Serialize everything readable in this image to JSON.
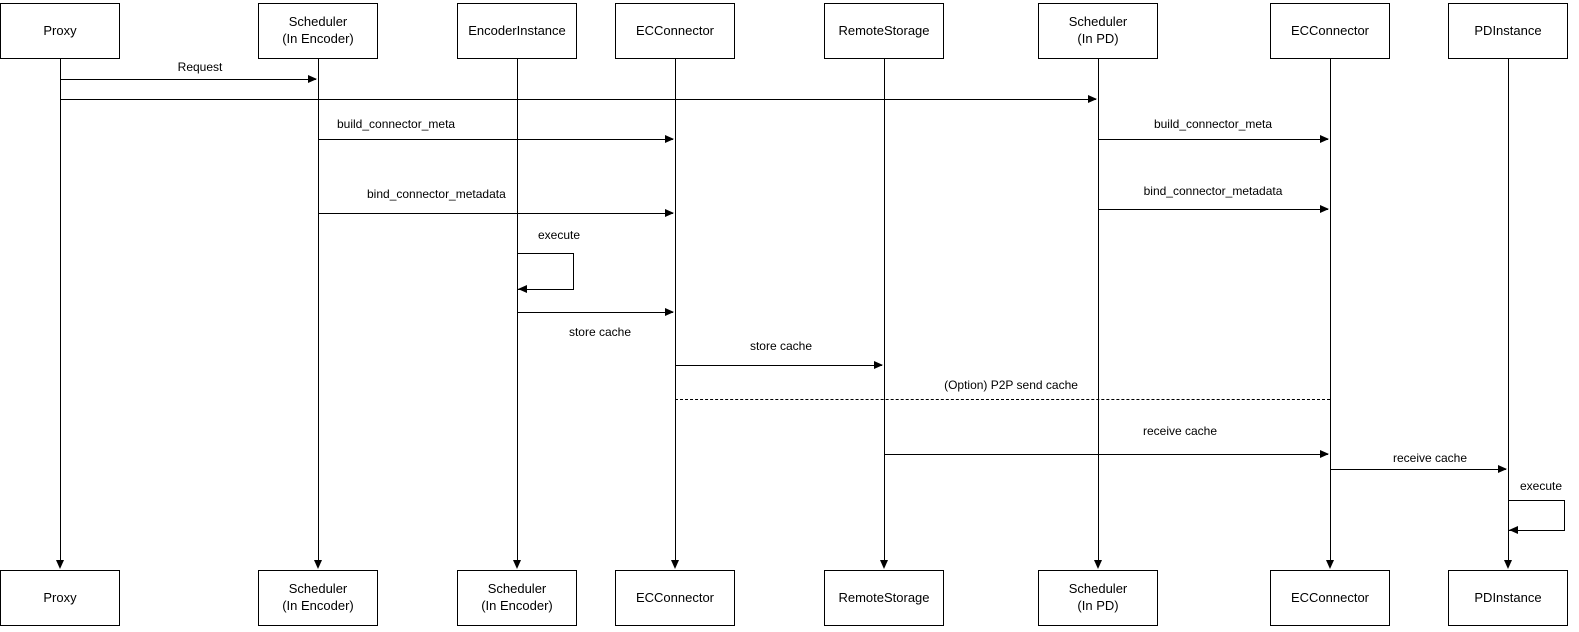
{
  "diagram": {
    "type": "sequence",
    "background": "#ffffff",
    "stroke_color": "#000000",
    "text_color": "#000000",
    "actors": [
      {
        "id": "proxy",
        "top_label": "Proxy",
        "bottom_label": "Proxy"
      },
      {
        "id": "scheduler-encoder",
        "top_label": "Scheduler\n(In Encoder)",
        "bottom_label": "Scheduler\n(In Encoder)"
      },
      {
        "id": "encoder-instance",
        "top_label": "EncoderInstance",
        "bottom_label": "Scheduler\n(In Encoder)"
      },
      {
        "id": "ec-connector-encoder",
        "top_label": "ECConnector",
        "bottom_label": "ECConnector"
      },
      {
        "id": "remote-storage",
        "top_label": "RemoteStorage",
        "bottom_label": "RemoteStorage"
      },
      {
        "id": "scheduler-pd",
        "top_label": "Scheduler\n(In PD)",
        "bottom_label": "Scheduler\n(In PD)"
      },
      {
        "id": "ec-connector-pd",
        "top_label": "ECConnector",
        "bottom_label": "ECConnector"
      },
      {
        "id": "pd-instance",
        "top_label": "PDInstance",
        "bottom_label": "PDInstance"
      }
    ],
    "messages": [
      {
        "label": "Request",
        "from": "proxy",
        "to": "scheduler-encoder",
        "style": "solid"
      },
      {
        "label": "",
        "from": "proxy",
        "to": "scheduler-pd",
        "style": "solid"
      },
      {
        "label": "build_connector_meta",
        "from": "scheduler-encoder",
        "to": "ec-connector-encoder",
        "style": "solid"
      },
      {
        "label": "build_connector_meta",
        "from": "scheduler-pd",
        "to": "ec-connector-pd",
        "style": "solid"
      },
      {
        "label": "bind_connector_metadata",
        "from": "scheduler-encoder",
        "to": "ec-connector-encoder",
        "style": "solid"
      },
      {
        "label": "bind_connector_metadata",
        "from": "scheduler-pd",
        "to": "ec-connector-pd",
        "style": "solid"
      },
      {
        "label": "execute",
        "from": "encoder-instance",
        "to": "encoder-instance",
        "style": "self"
      },
      {
        "label": "store cache",
        "from": "encoder-instance",
        "to": "ec-connector-encoder",
        "style": "solid"
      },
      {
        "label": "store cache",
        "from": "ec-connector-encoder",
        "to": "remote-storage",
        "style": "solid"
      },
      {
        "label": "(Option) P2P send cache",
        "from": "ec-connector-encoder",
        "to": "ec-connector-pd",
        "style": "dashed",
        "arrowhead": false
      },
      {
        "label": "receive cache",
        "from": "remote-storage",
        "to": "ec-connector-pd",
        "style": "solid"
      },
      {
        "label": "receive cache",
        "from": "ec-connector-pd",
        "to": "pd-instance",
        "style": "solid"
      },
      {
        "label": "execute",
        "from": "pd-instance",
        "to": "pd-instance",
        "style": "self"
      }
    ]
  }
}
